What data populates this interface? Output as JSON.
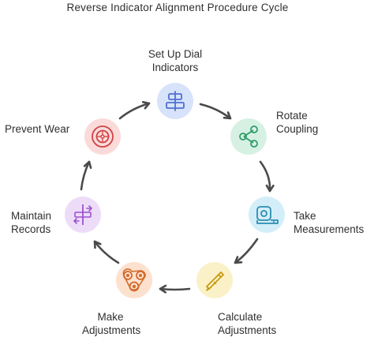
{
  "title": "Reverse Indicator Alignment Procedure Cycle",
  "steps": [
    {
      "lines": [
        "Set Up Dial",
        "Indicators"
      ],
      "icon": "align-center-icon",
      "bg": "#d7e3fb",
      "stroke": "#4f6fd1"
    },
    {
      "lines": [
        "Rotate",
        "Coupling"
      ],
      "icon": "share-nodes-icon",
      "bg": "#d6f1e3",
      "stroke": "#2f9c68"
    },
    {
      "lines": [
        "Take",
        "Measurements"
      ],
      "icon": "tape-measure-icon",
      "bg": "#d3eef8",
      "stroke": "#2b8db3"
    },
    {
      "lines": [
        "Calculate",
        "Adjustments"
      ],
      "icon": "pencil-icon",
      "bg": "#fbf1c8",
      "stroke": "#c79a10"
    },
    {
      "lines": [
        "Make",
        "Adjustments"
      ],
      "icon": "pulley-belt-icon",
      "bg": "#fde1cf",
      "stroke": "#d36a2c"
    },
    {
      "lines": [
        "Maintain",
        "Records"
      ],
      "icon": "align-arrows-icon",
      "bg": "#eddcf8",
      "stroke": "#9b52cf"
    },
    {
      "lines": [
        "Prevent Wear"
      ],
      "icon": "tire-icon",
      "bg": "#fbdada",
      "stroke": "#cf4444"
    }
  ],
  "arrow_color": "#4a4a4a"
}
